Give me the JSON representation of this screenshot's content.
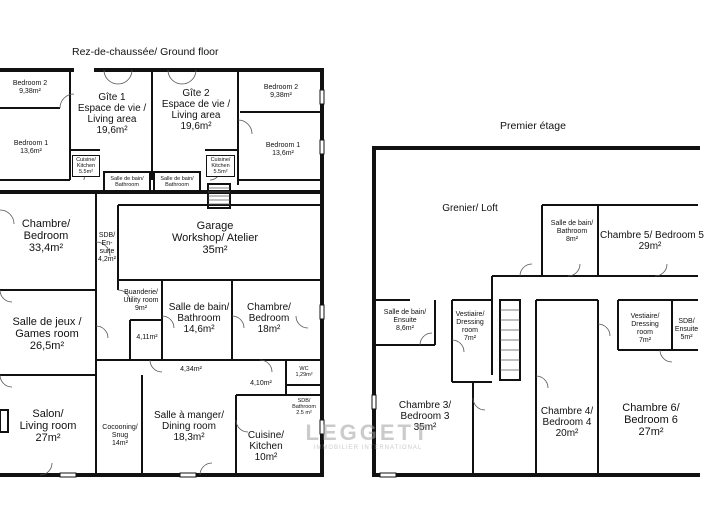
{
  "titles": {
    "ground_floor": "Rez-de-chaussée/ Ground floor",
    "first_floor": "Premier étage"
  },
  "ground_floor": {
    "bedroom2_left": [
      "Bedroom 2",
      "9,38m²"
    ],
    "bedroom1_left": [
      "Bedroom 1",
      "13,6m²"
    ],
    "gite1": [
      "Gîte 1",
      "Espace de vie /",
      "Living area",
      "19,6m²"
    ],
    "gite2": [
      "Gîte 2",
      "Espace de vie /",
      "Living area",
      "19,6m²"
    ],
    "bedroom2_right": [
      "Bedroom 2",
      "9,38m²"
    ],
    "bedroom1_right": [
      "Bedroom 1",
      "13,6m²"
    ],
    "kitchen_left": [
      "Cuisine/",
      "Kitchen",
      "5.5m²"
    ],
    "kitchen_right": [
      "Cuisine/",
      "Kitchen",
      "5.5m²"
    ],
    "bath_left": [
      "Salle de bain/",
      "Bathroom"
    ],
    "bath_right": [
      "Salle de bain/",
      "Bathroom"
    ],
    "chambre": [
      "Chambre/",
      "Bedroom",
      "33,4m²"
    ],
    "sdb_ensuite": [
      "SDB/",
      "En-",
      "suite",
      "4,2m²"
    ],
    "garage": [
      "Garage",
      "Workshop/ Atelier",
      "35m²"
    ],
    "jeux": [
      "Salle de jeux /",
      "Games room",
      "26,5m²"
    ],
    "buanderie": [
      "Buanderie/",
      "Utility room",
      "9m²"
    ],
    "bath_146": [
      "Salle de bain/",
      "Bathroom",
      "14,6m²"
    ],
    "chambre_18": [
      "Chambre/",
      "Bedroom",
      "18m²"
    ],
    "hall_411": "4,11m²",
    "hall_434": "4,34m²",
    "hall_410": "4,10m²",
    "wc": [
      "WC",
      "1,29m²"
    ],
    "sdb_small": [
      "SDB/",
      "Bathroom",
      "2.5 m²"
    ],
    "salon": [
      "Salon/",
      "Living room",
      "27m²"
    ],
    "snug": [
      "Cocooning/",
      "Snug",
      "14m²"
    ],
    "dining": [
      "Salle à manger/",
      "Dining room",
      "18,3m²"
    ],
    "cuisine": [
      "Cuisine/",
      "Kitchen",
      "10m²"
    ]
  },
  "first_floor": {
    "loft": "Grenier/ Loft",
    "bath_8": [
      "Salle de bain/",
      "Bathroom",
      "8m²"
    ],
    "chambre5": [
      "Chambre 5/ Bedroom 5",
      "29m²"
    ],
    "ensuite_86": [
      "Salle de bain/",
      "Ensuite",
      "8,6m²"
    ],
    "vestiaire_left": [
      "Vestiaire/",
      "Dressing",
      "room",
      "7m²"
    ],
    "vestiaire_right": [
      "Vestiaire/",
      "Dressing",
      "room",
      "7m²"
    ],
    "sdb_ensuite": [
      "SDB/",
      "Ensuite",
      "5m²"
    ],
    "chambre3": [
      "Chambre 3/",
      "Bedroom 3",
      "35m²"
    ],
    "chambre4": [
      "Chambre 4/",
      "Bedroom 4",
      "20m²"
    ],
    "chambre6": [
      "Chambre 6/",
      "Bedroom 6",
      "27m²"
    ]
  },
  "watermark": {
    "brand": "LEGGETT",
    "tagline": "IMMOBILIER INTERNATIONAL"
  },
  "colors": {
    "walls": "#111111",
    "background": "#ffffff",
    "watermark": "#a0a0a0"
  }
}
